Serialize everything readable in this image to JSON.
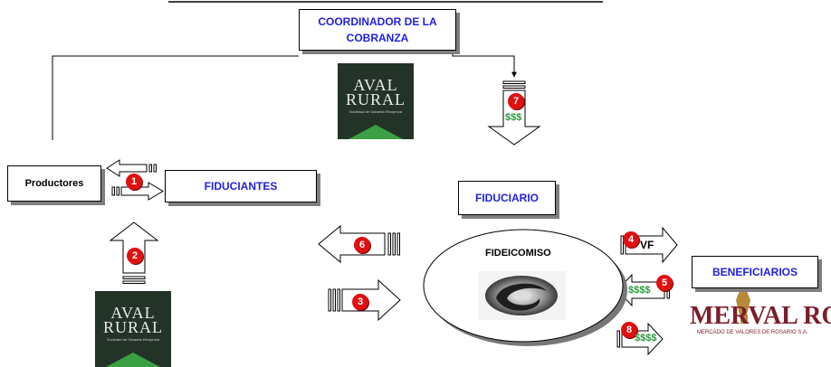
{
  "boxes": {
    "coordinador": "COORDINADOR DE LA COBRANZA",
    "productores": "Productores",
    "fiduciantes": "FIDUCIANTES",
    "fiduciario": "FIDUCIARIO",
    "beneficiarios": "BENEFICIARIOS",
    "fideicomiso": "FIDEICOMISO"
  },
  "steps": {
    "s1": "1",
    "s2": "2",
    "s3": "3",
    "s4": "4",
    "s5": "5",
    "s6": "6",
    "s7": "7",
    "s8": "8"
  },
  "arrow_labels": {
    "vf": "VF",
    "money3": "$$$",
    "money4": "$$$$"
  },
  "logos": {
    "aval_line1": "AVAL",
    "aval_line2": "RURAL",
    "aval_tagline": "Sociedad de Garantía Recíproca",
    "merva_name": "MERVAL ROSARIO",
    "merva_tagline": "MERCADO DE VALORES DE ROSARIO S.A."
  },
  "colors": {
    "box_text": "#1f1fe0",
    "badge": "#e01010",
    "money": "#2a9a3a",
    "shadow": "#7f7f7f"
  }
}
